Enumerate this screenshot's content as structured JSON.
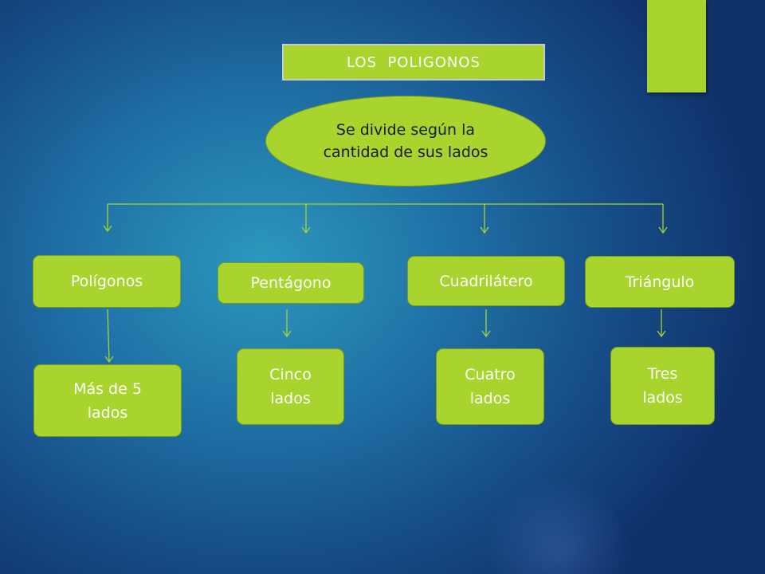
{
  "slide": {
    "title": "LOS  POLIGONOS",
    "central_node": "Se divide según la cantidad de sus lados",
    "categories": [
      {
        "label": "Polígonos",
        "description": "Más de 5 lados"
      },
      {
        "label": "Pentágono",
        "description": "Cinco lados"
      },
      {
        "label": "Cuadrilátero",
        "description": "Cuatro lados"
      },
      {
        "label": "Triángulo",
        "description": "Tres lados"
      }
    ]
  },
  "colors": {
    "node_fill": "#a9d42d",
    "connector": "#a9d42d",
    "background_center": "#2c98bd",
    "background_edge": "#10326b"
  }
}
